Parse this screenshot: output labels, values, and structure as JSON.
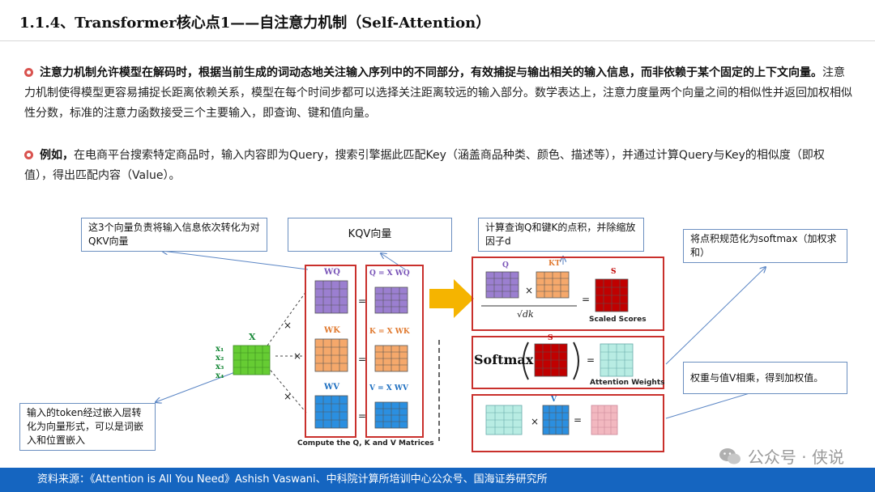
{
  "title": "1.1.4、Transformer核心点1——自注意力机制（Self-Attention）",
  "para1": {
    "bold": "注意力机制允许模型在解码时，根据当前生成的词动态地关注输入序列中的不同部分，有效捕捉与输出相关的输入信息，而非依赖于某个固定的上下文向量。",
    "text": "注意力机制使得模型更容易捕捉长距离依赖关系，模型在每个时间步都可以选择关注距离较远的输入部分。数学表达上，注意力度量两个向量之间的相似性并返回加权相似性分数，标准的注意力函数接受三个主要输入，即查询、键和值向量。"
  },
  "para2": {
    "bold": "例如，",
    "text": "在电商平台搜索特定商品时，输入内容即为Query，搜索引擎据此匹配Key（涵盖商品种类、颜色、描述等），并通过计算Query与Key的相似度（即权值），得出匹配内容（Value）。"
  },
  "notes": {
    "qkv_convert": "这3个向量负责将输入信息依次转化为对QKV向量",
    "kqv": "KQV向量",
    "dot_product": "计算查询Q和键K的点积，并除缩放因子d",
    "softmax_norm": "将点积规范化为softmax（加权求和）",
    "weighted": "权重与值V相乘，得到加权值。",
    "embedding": "输入的token经过嵌入层转化为向量形式，可以是词嵌入和位置嵌入"
  },
  "diagram": {
    "x_label": "X",
    "x_rows": [
      "x₁",
      "x₂",
      "x₃",
      "x₄"
    ],
    "times": "×",
    "equals": "=",
    "wq": "WQ",
    "wk": "WK",
    "wv": "WV",
    "q_eq": "Q = X WQ",
    "k_eq": "K = X WK",
    "v_eq": "V = X WV",
    "compute_caption": "Compute the Q, K and V Matrices",
    "q": "Q",
    "kt": "KT",
    "s": "S",
    "sqrt_dk": "√dk",
    "scaled_scores": "Scaled Scores",
    "softmax": "Softmax",
    "attention_weights": "Attention Weights",
    "v": "V"
  },
  "watermark": "公众号 · 侠说",
  "footer": "资料来源：《Attention is All You Need》Ashish Vaswani、中科院计算所培训中心公众号、国海证券研究所",
  "colors": {
    "x_green": "#66cc33",
    "wq_purple": "#9b7fd0",
    "wk_orange": "#f5a86b",
    "wv_blue": "#2b8fe0",
    "score_red": "#c00000",
    "attn_teal": "#b8ece3",
    "out_pink": "#f2b8c0",
    "arrow_yellow": "#f5b400",
    "box_red": "#c9302c",
    "footer_blue": "#1565c0"
  }
}
